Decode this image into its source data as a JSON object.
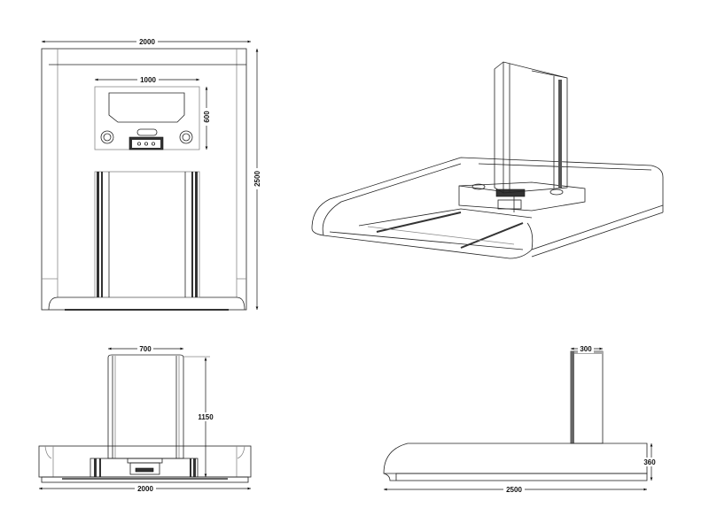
{
  "drawing": {
    "top_view": {
      "width_label": "2000",
      "depth_label": "2500",
      "panel_width_label": "1000",
      "panel_depth_label": "600"
    },
    "front_view": {
      "column_width_label": "700",
      "column_height_label": "1150",
      "base_width_label": "2000"
    },
    "side_view": {
      "column_depth_label": "300",
      "base_height_label": "360",
      "base_length_label": "2500"
    }
  }
}
